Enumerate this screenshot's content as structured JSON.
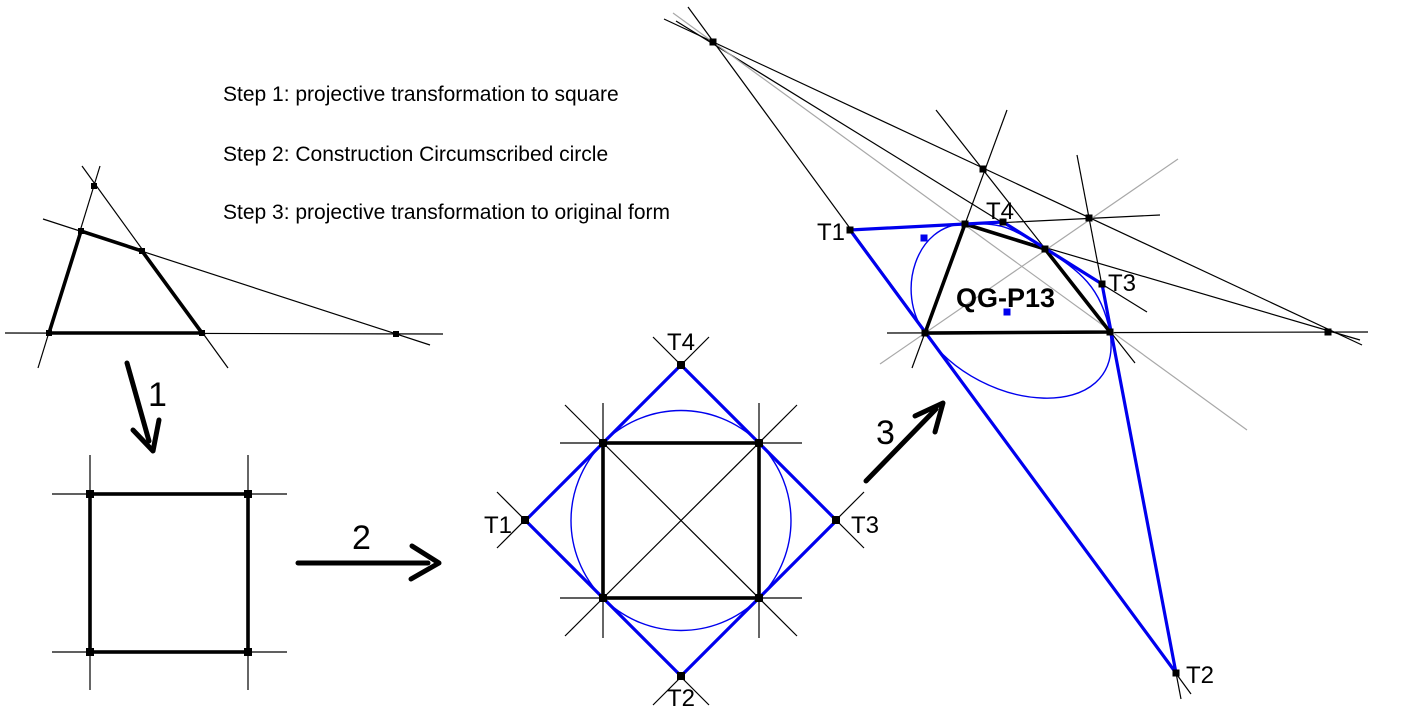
{
  "steps": {
    "line1": "Step 1: projective transformation to square",
    "line2": "Step 2: Construction Circumscribed circle",
    "line3": "Step 3: projective transformation to original form"
  },
  "arrows": {
    "step1_label": "1",
    "step2_label": "2",
    "step3_label": "3"
  },
  "middle_figure": {
    "labels": {
      "t1": "T1",
      "t2": "T2",
      "t3": "T3",
      "t4": "T4"
    }
  },
  "right_figure": {
    "labels": {
      "t1": "T1",
      "t2": "T2",
      "t3": "T3",
      "t4": "T4"
    },
    "point_label": "QG-P13"
  },
  "colors": {
    "blue": "#0000ee",
    "gray": "#a8a8a8",
    "black": "#000000",
    "background": "#ffffff"
  }
}
